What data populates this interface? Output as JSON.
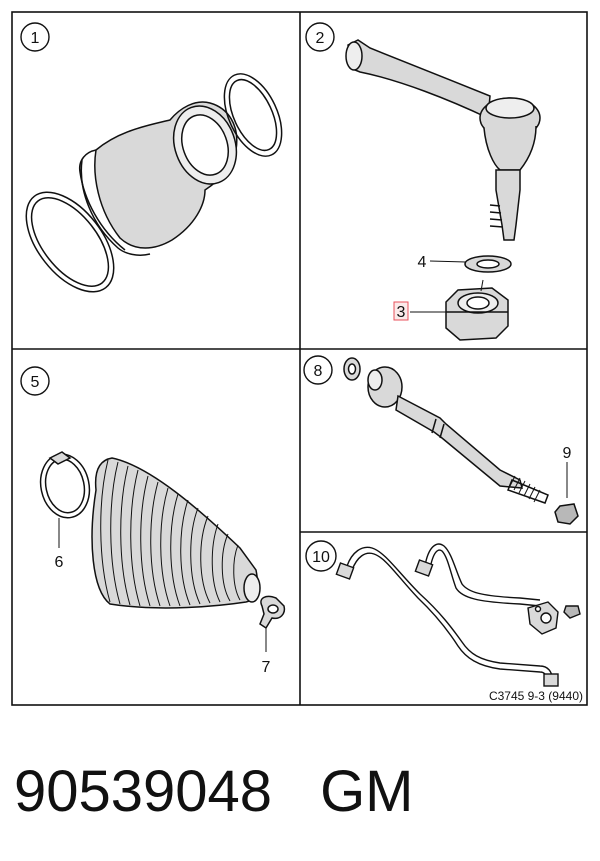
{
  "panels": [
    {
      "number": "1"
    },
    {
      "number": "2"
    },
    {
      "number": "5"
    },
    {
      "number": "8"
    },
    {
      "number": "10"
    }
  ],
  "callouts": {
    "washer": "4",
    "nut": "3",
    "clamp_large": "6",
    "clamp_small": "7",
    "sleeve": "9"
  },
  "diagram_code": "C3745 9-3 (9440)",
  "part_number": "90539048",
  "brand": "GM",
  "colors": {
    "line": "#111111",
    "shade": "#d9d9d9",
    "shade_dark": "#b8b8b8",
    "highlight_box": "#e8505b"
  }
}
